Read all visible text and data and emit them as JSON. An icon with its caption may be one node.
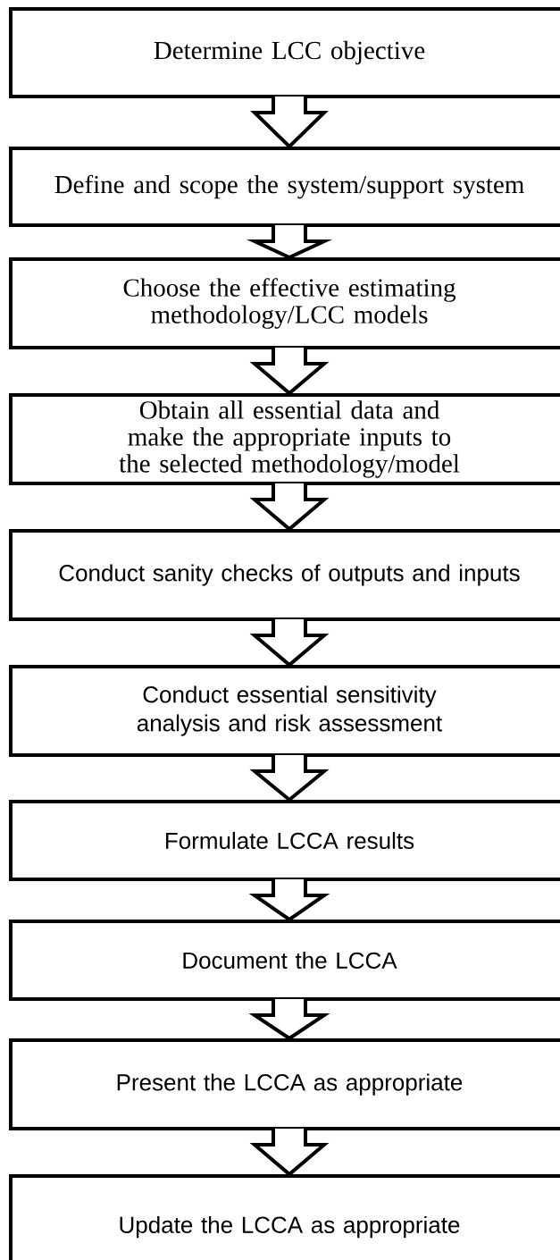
{
  "diagram": {
    "nodes": [
      {
        "text": [
          "Determine LCC objective"
        ]
      },
      {
        "text": [
          "Define and scope the system/support system"
        ]
      },
      {
        "text": [
          "Choose the effective estimating methodology/LCC models"
        ]
      },
      {
        "text": [
          "Obtain all essential data and make the appropriate inputs to the selected methodology/model"
        ]
      },
      {
        "text": [
          "Conduct sanity checks of outputs and inputs"
        ]
      },
      {
        "text": [
          "Conduct essential sensitivity analysis and risk assessment"
        ]
      },
      {
        "text": [
          "Formulate LCCA results"
        ]
      },
      {
        "text": [
          "Document the LCCA"
        ]
      },
      {
        "text": [
          "Present the LCCA as appropriate"
        ]
      },
      {
        "text": [
          "Update the LCCA as appropriate"
        ]
      }
    ],
    "edges": [
      {
        "from": 0,
        "to": 1,
        "arrow": "to"
      },
      {
        "from": 1,
        "to": 2,
        "arrow": "to"
      },
      {
        "from": 2,
        "to": 3,
        "arrow": "to"
      },
      {
        "from": 3,
        "to": 4,
        "arrow": "to"
      },
      {
        "from": 4,
        "to": 5,
        "arrow": "to"
      },
      {
        "from": 5,
        "to": 6,
        "arrow": "to"
      },
      {
        "from": 6,
        "to": 7,
        "arrow": "to"
      },
      {
        "from": 7,
        "to": 8,
        "arrow": "to"
      },
      {
        "from": 8,
        "to": 9,
        "arrow": "to"
      }
    ]
  }
}
